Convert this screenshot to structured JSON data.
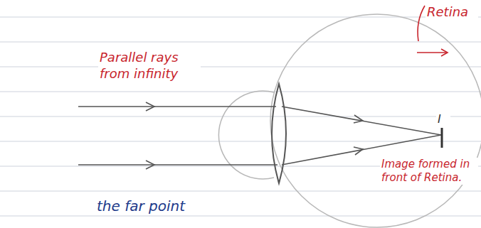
{
  "diagram": {
    "labels": [
      "Retina",
      "Parallel rays from infinity",
      "I",
      "Image formed in front of Retina.",
      "the far point"
    ]
  }
}
